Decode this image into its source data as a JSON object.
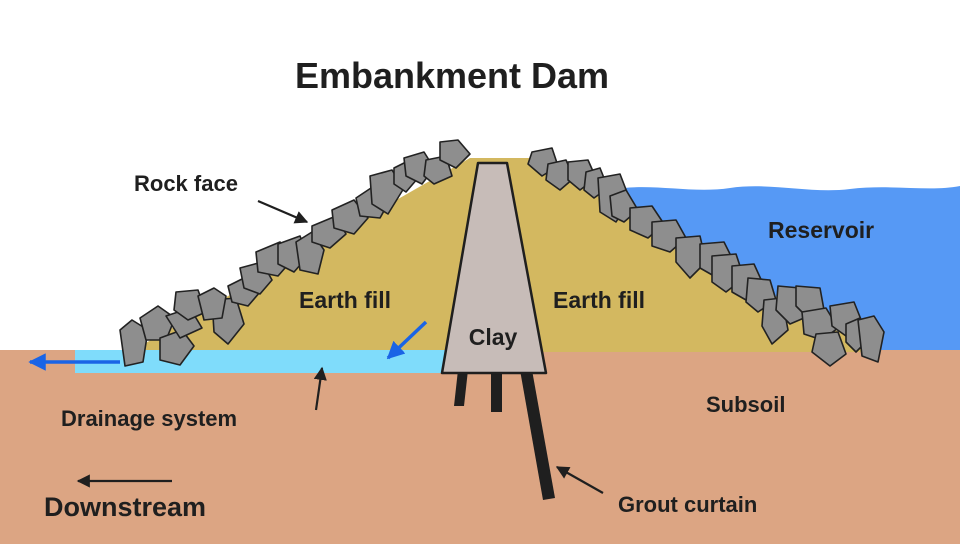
{
  "title": "Embankment Dam",
  "labels": {
    "rock_face": "Rock face",
    "earth_fill_left": "Earth fill",
    "earth_fill_right": "Earth fill",
    "clay": "Clay",
    "reservoir": "Reservoir",
    "subsoil": "Subsoil",
    "drainage_system": "Drainage system",
    "grout_curtain": "Grout curtain",
    "downstream": "Downstream"
  },
  "colors": {
    "subsoil": "#dca583",
    "earth_fill": "#d3b860",
    "clay": "#c7bcb8",
    "reservoir": "#5699f5",
    "drainage": "#7fdcfb",
    "rock": "#8e8e8e",
    "flow_arrow": "#1a64e6",
    "pointer_arrow": "#1f1f1f"
  }
}
